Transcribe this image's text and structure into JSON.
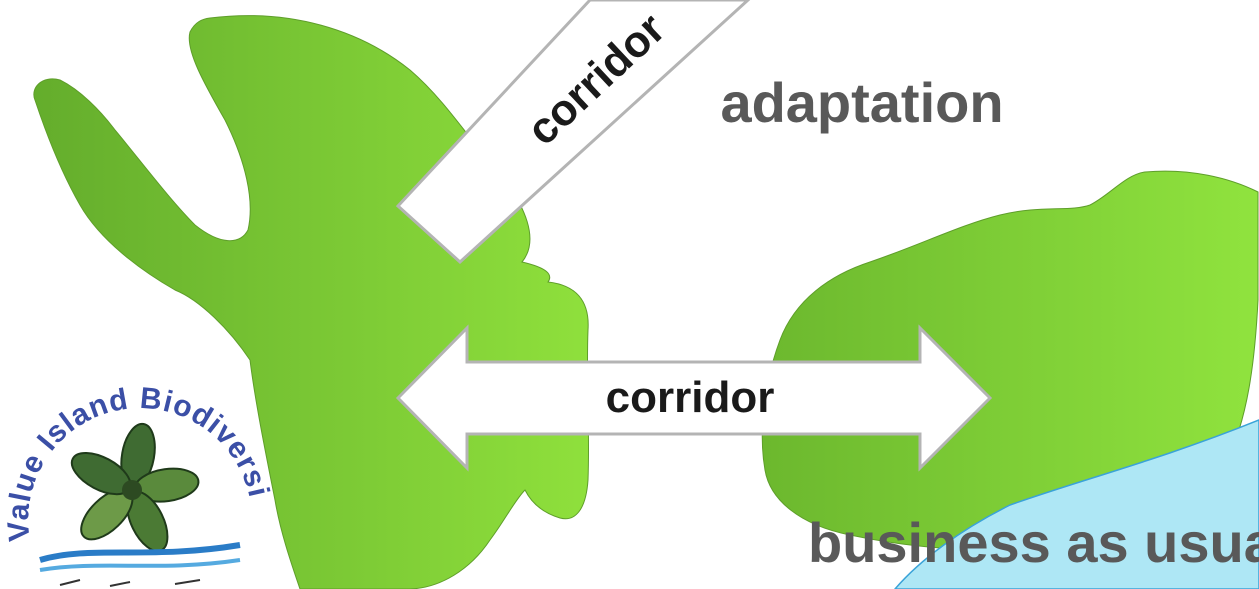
{
  "labels": {
    "adaptation": "adaptation",
    "corridor_diagonal": "corridor",
    "corridor_horizontal": "corridor",
    "business_as_usual": "business as usual"
  },
  "logo": {
    "text": "Value Island Biodiversity"
  },
  "colors": {
    "land_light": "#8fe03c",
    "land_dark": "#6cb82e",
    "corridor_fill": "#ffffff",
    "corridor_stroke": "#b4b4b4",
    "text": "#595959",
    "corridor_text": "#1a1a1a",
    "water": "#aee7f5",
    "water_stroke": "#3aa3d8"
  }
}
